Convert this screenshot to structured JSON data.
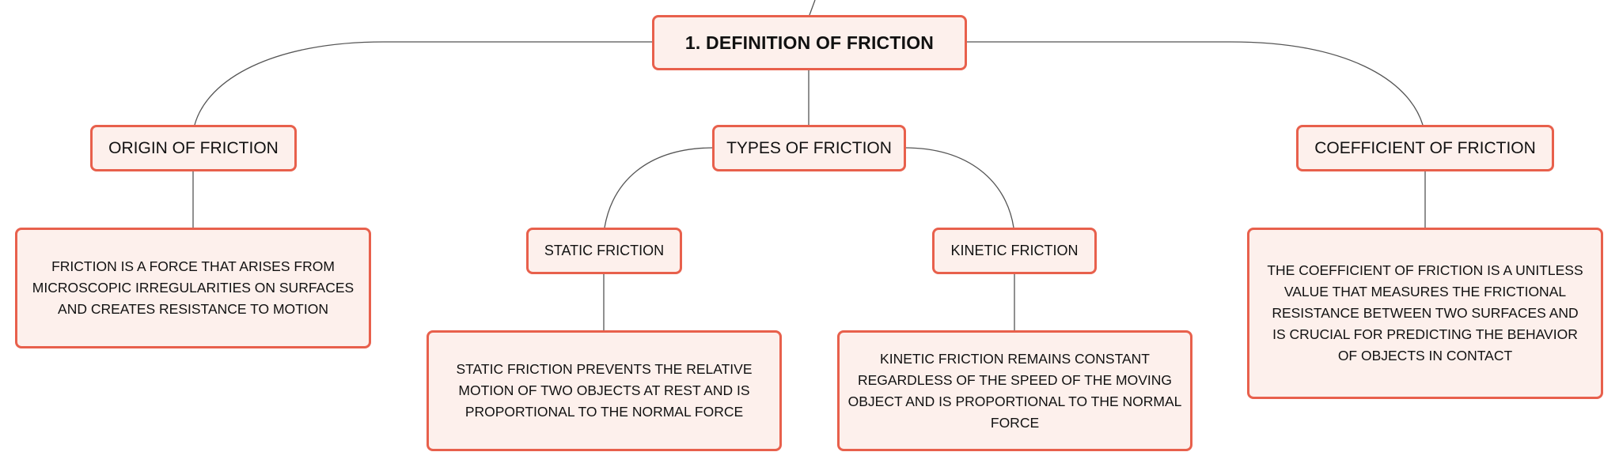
{
  "mindmap": {
    "root": {
      "label": "1. DEFINITION OF FRICTION"
    },
    "origin": {
      "label": "ORIGIN OF FRICTION",
      "detail": "FRICTION IS A FORCE THAT ARISES FROM MICROSCOPIC IRREGULARITIES ON SURFACES AND CREATES RESISTANCE TO MOTION"
    },
    "types": {
      "label": "TYPES OF FRICTION",
      "static": {
        "label": "STATIC FRICTION",
        "detail": "STATIC FRICTION PREVENTS THE RELATIVE MOTION OF TWO OBJECTS AT REST AND IS PROPORTIONAL TO THE NORMAL FORCE"
      },
      "kinetic": {
        "label": "KINETIC FRICTION",
        "detail": "KINETIC FRICTION REMAINS CONSTANT REGARDLESS OF THE SPEED OF THE MOVING OBJECT AND IS PROPORTIONAL TO THE NORMAL FORCE"
      }
    },
    "coefficient": {
      "label": "COEFFICIENT OF FRICTION",
      "detail": "THE COEFFICIENT OF FRICTION IS A UNITLESS VALUE THAT MEASURES THE FRICTIONAL RESISTANCE BETWEEN TWO SURFACES AND IS CRUCIAL FOR PREDICTING THE BEHAVIOR OF OBJECTS IN CONTACT"
    }
  },
  "colors": {
    "node_fill": "#fdf0ec",
    "node_border": "#e8604c",
    "connector": "#555555",
    "text": "#111111"
  }
}
